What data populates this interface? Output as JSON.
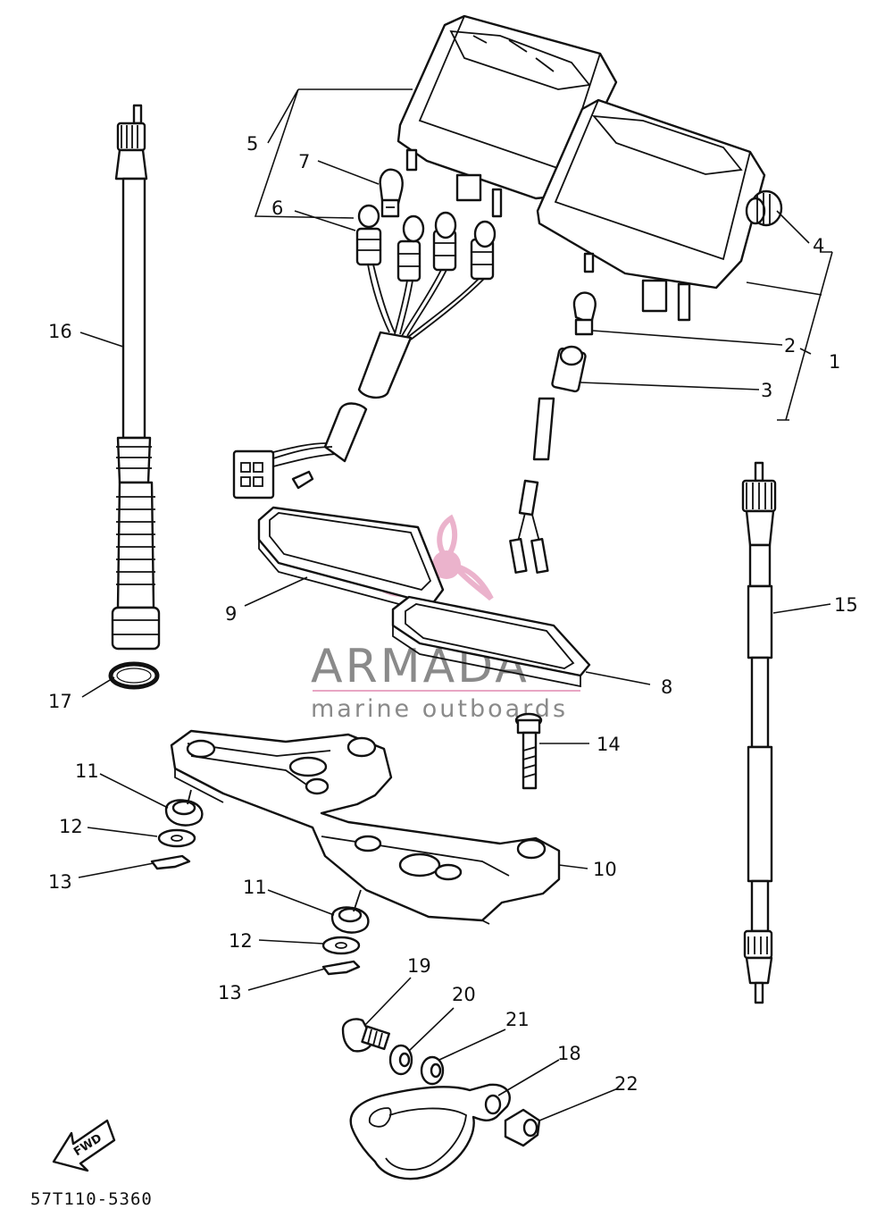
{
  "diagram": {
    "part_code": "57T110-5360",
    "fwd_label": "FWD",
    "callouts": [
      {
        "id": "c1",
        "label": "1"
      },
      {
        "id": "c2",
        "label": "2"
      },
      {
        "id": "c3",
        "label": "3"
      },
      {
        "id": "c4",
        "label": "4"
      },
      {
        "id": "c5",
        "label": "5"
      },
      {
        "id": "c6",
        "label": "6"
      },
      {
        "id": "c7",
        "label": "7"
      },
      {
        "id": "c8",
        "label": "8"
      },
      {
        "id": "c9",
        "label": "9"
      },
      {
        "id": "c10",
        "label": "10"
      },
      {
        "id": "c11a",
        "label": "11"
      },
      {
        "id": "c11b",
        "label": "11"
      },
      {
        "id": "c12a",
        "label": "12"
      },
      {
        "id": "c12b",
        "label": "12"
      },
      {
        "id": "c13a",
        "label": "13"
      },
      {
        "id": "c13b",
        "label": "13"
      },
      {
        "id": "c14",
        "label": "14"
      },
      {
        "id": "c15",
        "label": "15"
      },
      {
        "id": "c16",
        "label": "16"
      },
      {
        "id": "c17",
        "label": "17"
      },
      {
        "id": "c18",
        "label": "18"
      },
      {
        "id": "c19",
        "label": "19"
      },
      {
        "id": "c20",
        "label": "20"
      },
      {
        "id": "c21",
        "label": "21"
      },
      {
        "id": "c22",
        "label": "22"
      }
    ]
  },
  "watermark": {
    "brand": "ARMADA",
    "tagline": "marine outboards",
    "brand_color": "#8a8a8a",
    "logo_color": "#e8a6c4"
  },
  "colors": {
    "line": "#111111",
    "background": "#ffffff"
  }
}
